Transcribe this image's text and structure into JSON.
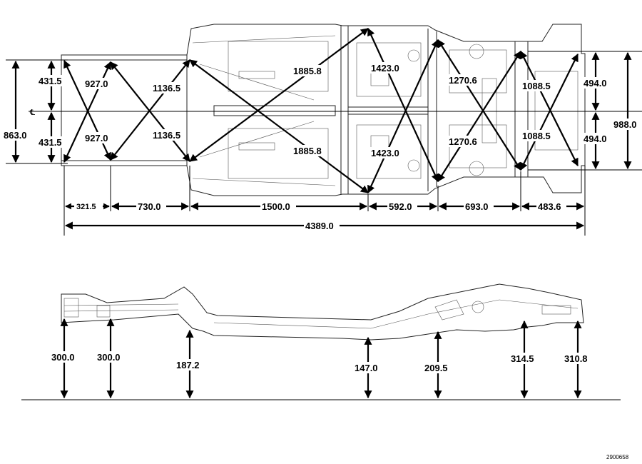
{
  "centerline_label": "℄",
  "top_view": {
    "diagonals": {
      "front_a": "927.0",
      "front_b": "927.0",
      "mid_a": "1136.5",
      "mid_b": "1136.5",
      "long_a": "1885.8",
      "long_b": "1885.8",
      "center_a": "1423.0",
      "center_b": "1423.0",
      "rear_a": "1270.6",
      "rear_b": "1270.6",
      "tail_a": "1088.5",
      "tail_b": "1088.5"
    },
    "widths": {
      "left_total": "863.0",
      "left_upper_half": "431.5",
      "left_lower_half": "431.5",
      "right_upper_half": "494.0",
      "right_lower_half": "494.0",
      "right_total": "988.0"
    },
    "lengths": {
      "seg1": "321.5",
      "seg2": "730.0",
      "seg3": "1500.0",
      "seg4": "592.0",
      "seg5": "693.0",
      "seg6": "483.6",
      "total": "4389.0"
    }
  },
  "side_view": {
    "heights": [
      "300.0",
      "300.0",
      "187.2",
      "147.0",
      "209.5",
      "314.5",
      "310.8"
    ]
  },
  "figure_number": "2900658"
}
